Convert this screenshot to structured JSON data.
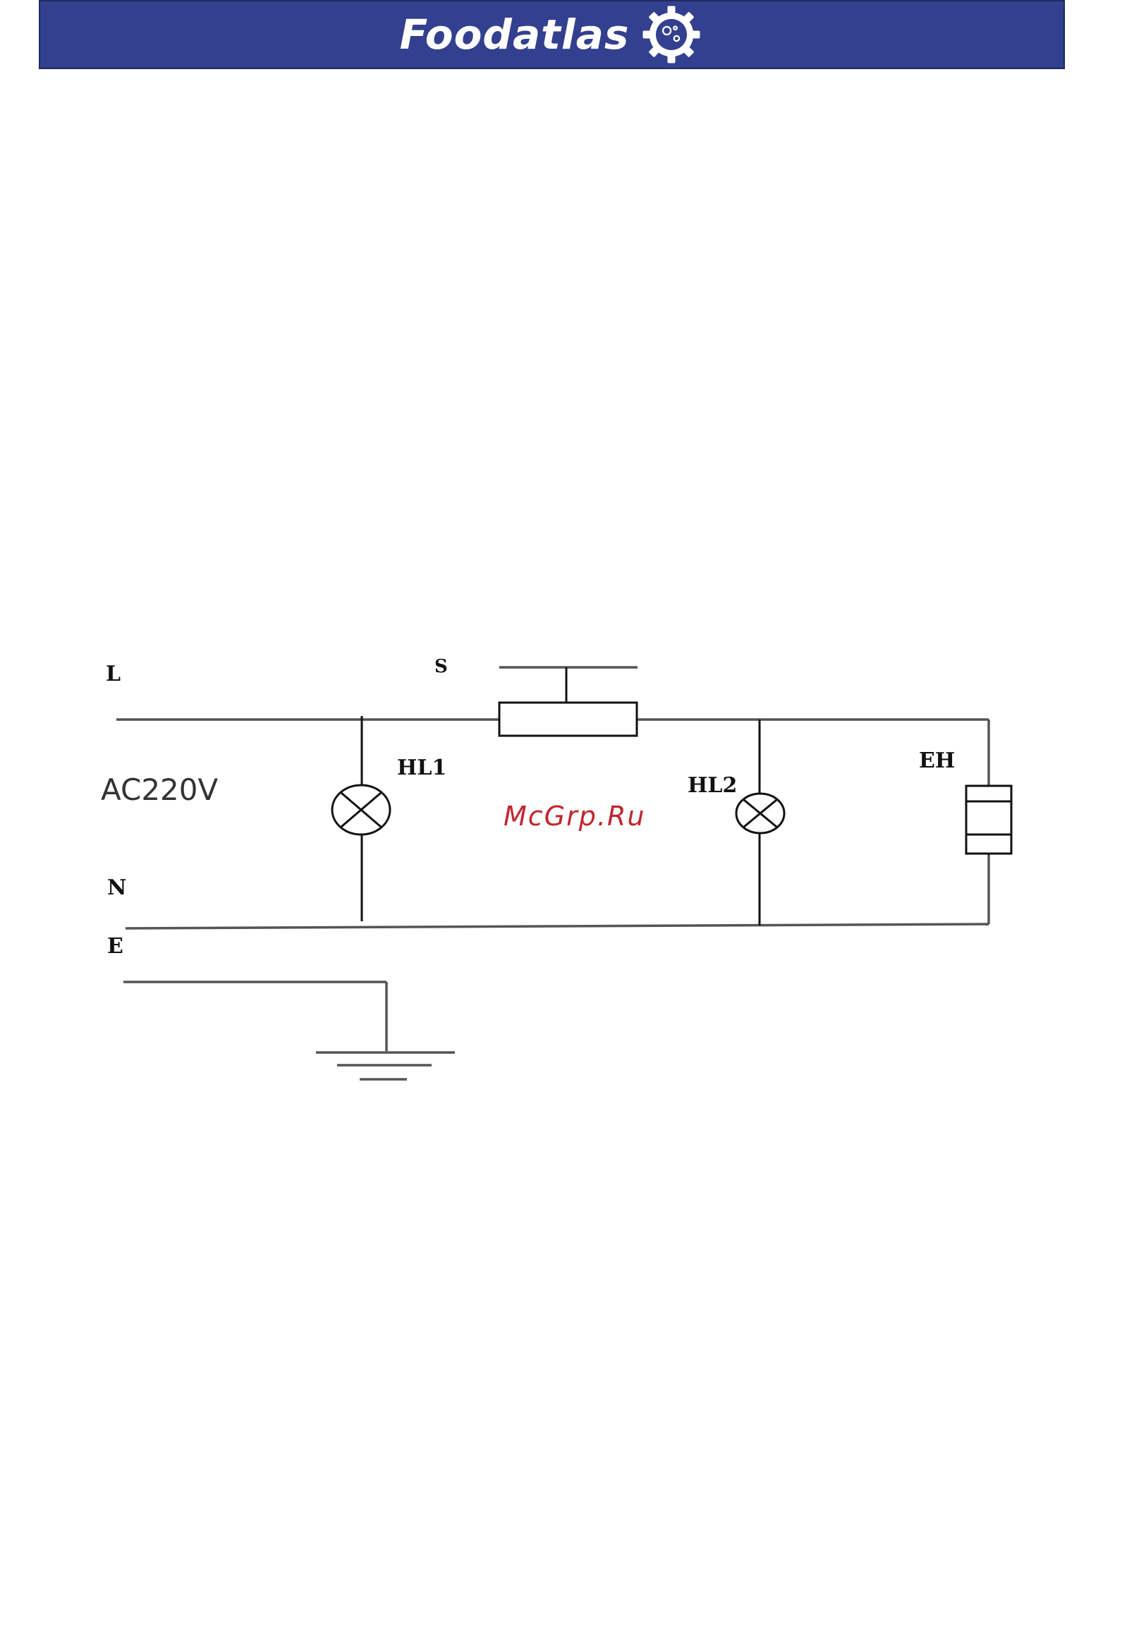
{
  "header": {
    "brand": "Foodatlas",
    "background_color": "#33408f",
    "logo_icon": "gear-globe-icon"
  },
  "diagram": {
    "labels": {
      "line": "L",
      "switch": "S",
      "lamp1": "HL1",
      "lamp2": "HL2",
      "heater": "EH",
      "voltage": "AC220V",
      "neutral": "N",
      "earth": "E"
    }
  },
  "watermark": {
    "text": "McGrp.Ru",
    "color": "#c0262d"
  }
}
